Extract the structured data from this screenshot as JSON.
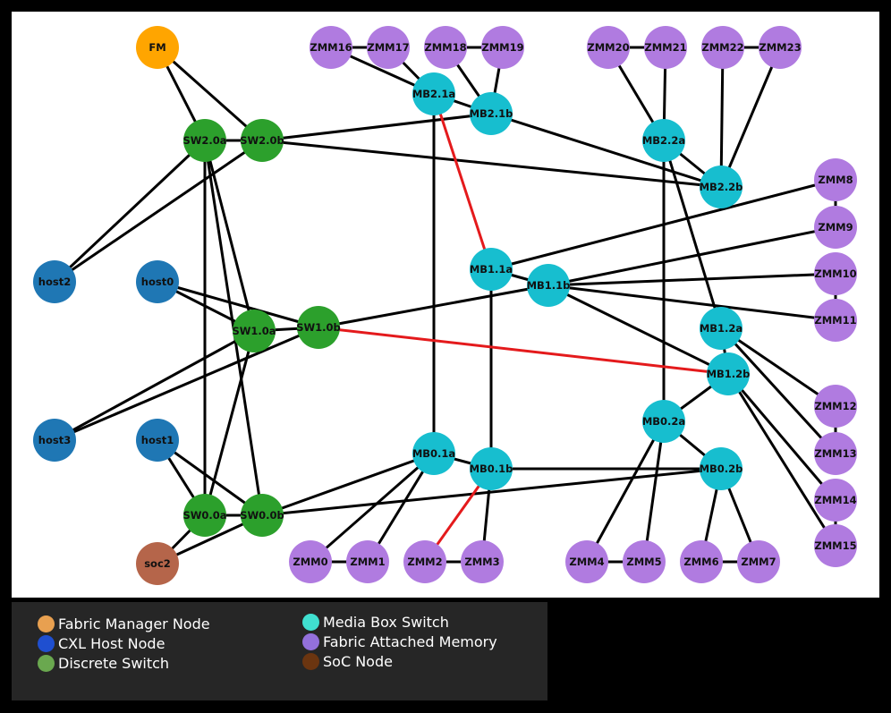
{
  "colors": {
    "fabric_manager": "#ffa500",
    "cxl_host": "#1f77b4",
    "discrete_switch": "#2ca02c",
    "media_box_switch": "#17becf",
    "fabric_attached_memory": "#b07be0",
    "soc": "#b5654a",
    "edge_default": "#000000",
    "edge_highlight": "#e41a1c"
  },
  "nodes": [
    {
      "id": "FM",
      "type": "fabric_manager"
    },
    {
      "id": "host0",
      "type": "cxl_host"
    },
    {
      "id": "host1",
      "type": "cxl_host"
    },
    {
      "id": "host2",
      "type": "cxl_host"
    },
    {
      "id": "host3",
      "type": "cxl_host"
    },
    {
      "id": "soc2",
      "type": "soc"
    },
    {
      "id": "SW2.0a",
      "type": "discrete_switch"
    },
    {
      "id": "SW2.0b",
      "type": "discrete_switch"
    },
    {
      "id": "SW1.0a",
      "type": "discrete_switch"
    },
    {
      "id": "SW1.0b",
      "type": "discrete_switch"
    },
    {
      "id": "SW0.0a",
      "type": "discrete_switch"
    },
    {
      "id": "SW0.0b",
      "type": "discrete_switch"
    },
    {
      "id": "MB2.1a",
      "type": "media_box_switch"
    },
    {
      "id": "MB2.1b",
      "type": "media_box_switch"
    },
    {
      "id": "MB2.2a",
      "type": "media_box_switch"
    },
    {
      "id": "MB2.2b",
      "type": "media_box_switch"
    },
    {
      "id": "MB1.1a",
      "type": "media_box_switch"
    },
    {
      "id": "MB1.1b",
      "type": "media_box_switch"
    },
    {
      "id": "MB1.2a",
      "type": "media_box_switch"
    },
    {
      "id": "MB1.2b",
      "type": "media_box_switch"
    },
    {
      "id": "MB0.1a",
      "type": "media_box_switch"
    },
    {
      "id": "MB0.1b",
      "type": "media_box_switch"
    },
    {
      "id": "MB0.2a",
      "type": "media_box_switch"
    },
    {
      "id": "MB0.2b",
      "type": "media_box_switch"
    },
    {
      "id": "ZMM0",
      "type": "fabric_attached_memory"
    },
    {
      "id": "ZMM1",
      "type": "fabric_attached_memory"
    },
    {
      "id": "ZMM2",
      "type": "fabric_attached_memory"
    },
    {
      "id": "ZMM3",
      "type": "fabric_attached_memory"
    },
    {
      "id": "ZMM4",
      "type": "fabric_attached_memory"
    },
    {
      "id": "ZMM5",
      "type": "fabric_attached_memory"
    },
    {
      "id": "ZMM6",
      "type": "fabric_attached_memory"
    },
    {
      "id": "ZMM7",
      "type": "fabric_attached_memory"
    },
    {
      "id": "ZMM8",
      "type": "fabric_attached_memory"
    },
    {
      "id": "ZMM9",
      "type": "fabric_attached_memory"
    },
    {
      "id": "ZMM10",
      "type": "fabric_attached_memory"
    },
    {
      "id": "ZMM11",
      "type": "fabric_attached_memory"
    },
    {
      "id": "ZMM12",
      "type": "fabric_attached_memory"
    },
    {
      "id": "ZMM13",
      "type": "fabric_attached_memory"
    },
    {
      "id": "ZMM14",
      "type": "fabric_attached_memory"
    },
    {
      "id": "ZMM15",
      "type": "fabric_attached_memory"
    },
    {
      "id": "ZMM16",
      "type": "fabric_attached_memory"
    },
    {
      "id": "ZMM17",
      "type": "fabric_attached_memory"
    },
    {
      "id": "ZMM18",
      "type": "fabric_attached_memory"
    },
    {
      "id": "ZMM19",
      "type": "fabric_attached_memory"
    },
    {
      "id": "ZMM20",
      "type": "fabric_attached_memory"
    },
    {
      "id": "ZMM21",
      "type": "fabric_attached_memory"
    },
    {
      "id": "ZMM22",
      "type": "fabric_attached_memory"
    },
    {
      "id": "ZMM23",
      "type": "fabric_attached_memory"
    }
  ],
  "edges": [
    [
      "FM",
      "SW2.0a"
    ],
    [
      "FM",
      "SW2.0b"
    ],
    [
      "SW2.0a",
      "SW2.0b"
    ],
    [
      "SW2.0a",
      "host2"
    ],
    [
      "SW2.0b",
      "host2"
    ],
    [
      "SW2.0a",
      "SW0.0a"
    ],
    [
      "SW2.0a",
      "SW0.0b"
    ],
    [
      "SW2.0a",
      "SW1.0a"
    ],
    [
      "SW2.0b",
      "MB2.1b"
    ],
    [
      "SW2.0b",
      "MB2.2b"
    ],
    [
      "host0",
      "SW1.0a"
    ],
    [
      "host0",
      "SW1.0b"
    ],
    [
      "host3",
      "SW1.0a"
    ],
    [
      "host3",
      "SW1.0b"
    ],
    [
      "SW1.0a",
      "SW1.0b"
    ],
    [
      "SW1.0a",
      "SW0.0a"
    ],
    [
      "SW1.0b",
      "MB1.1b"
    ],
    [
      "host1",
      "SW0.0a"
    ],
    [
      "host1",
      "SW0.0b"
    ],
    [
      "SW0.0a",
      "SW0.0b"
    ],
    [
      "SW0.0a",
      "soc2"
    ],
    [
      "SW0.0b",
      "soc2"
    ],
    [
      "SW0.0b",
      "MB0.1a"
    ],
    [
      "SW0.0b",
      "MB0.2b"
    ],
    [
      "MB2.1a",
      "MB2.1b"
    ],
    [
      "MB2.1a",
      "MB0.1a"
    ],
    [
      "ZMM16",
      "ZMM17"
    ],
    [
      "ZMM16",
      "MB2.1a"
    ],
    [
      "ZMM17",
      "MB2.1a"
    ],
    [
      "ZMM18",
      "ZMM19"
    ],
    [
      "ZMM18",
      "MB2.1b"
    ],
    [
      "ZMM19",
      "MB2.1b"
    ],
    [
      "MB2.1b",
      "MB2.2b"
    ],
    [
      "MB2.2a",
      "MB2.2b"
    ],
    [
      "MB2.2a",
      "MB1.2a"
    ],
    [
      "MB2.2a",
      "MB0.2a"
    ],
    [
      "ZMM20",
      "ZMM21"
    ],
    [
      "ZMM20",
      "MB2.2a"
    ],
    [
      "ZMM21",
      "MB2.2a"
    ],
    [
      "ZMM22",
      "ZMM23"
    ],
    [
      "ZMM22",
      "MB2.2b"
    ],
    [
      "ZMM23",
      "MB2.2b"
    ],
    [
      "MB1.1a",
      "MB1.1b"
    ],
    [
      "MB1.1a",
      "MB0.1b"
    ],
    [
      "MB1.1a",
      "ZMM8"
    ],
    [
      "MB1.1b",
      "ZMM9"
    ],
    [
      "MB1.1b",
      "ZMM10"
    ],
    [
      "MB1.1b",
      "ZMM11"
    ],
    [
      "MB1.1b",
      "MB1.2b"
    ],
    [
      "ZMM8",
      "ZMM9"
    ],
    [
      "ZMM10",
      "ZMM11"
    ],
    [
      "MB1.2a",
      "MB1.2b"
    ],
    [
      "MB1.2a",
      "ZMM12"
    ],
    [
      "MB1.2a",
      "ZMM13"
    ],
    [
      "MB1.2b",
      "MB0.2a"
    ],
    [
      "MB1.2b",
      "ZMM14"
    ],
    [
      "MB1.2b",
      "ZMM15"
    ],
    [
      "ZMM12",
      "ZMM13"
    ],
    [
      "ZMM14",
      "ZMM15"
    ],
    [
      "MB0.1a",
      "MB0.1b"
    ],
    [
      "MB0.1a",
      "ZMM0"
    ],
    [
      "MB0.1a",
      "ZMM1"
    ],
    [
      "MB0.1b",
      "ZMM3"
    ],
    [
      "MB0.1b",
      "MB0.2b"
    ],
    [
      "ZMM0",
      "ZMM1"
    ],
    [
      "ZMM2",
      "ZMM3"
    ],
    [
      "MB0.2a",
      "MB0.2b"
    ],
    [
      "MB0.2a",
      "ZMM4"
    ],
    [
      "MB0.2a",
      "ZMM5"
    ],
    [
      "MB0.2b",
      "ZMM6"
    ],
    [
      "MB0.2b",
      "ZMM7"
    ],
    [
      "ZMM4",
      "ZMM5"
    ],
    [
      "ZMM6",
      "ZMM7"
    ]
  ],
  "highlighted_edges": [
    [
      "MB2.1a",
      "MB1.1a"
    ],
    [
      "SW1.0b",
      "MB1.2b"
    ],
    [
      "MB0.1b",
      "ZMM2"
    ]
  ],
  "legend": {
    "items": [
      {
        "label": "Fabric Manager Node",
        "color": "#e8a050"
      },
      {
        "label": "CXL Host Node",
        "color": "#1f4fd0"
      },
      {
        "label": "Discrete Switch",
        "color": "#6aa84f"
      },
      {
        "label": "Media Box Switch",
        "color": "#40e0d0"
      },
      {
        "label": "Fabric Attached Memory",
        "color": "#9370db"
      },
      {
        "label": "SoC Node",
        "color": "#6b3510"
      }
    ]
  }
}
